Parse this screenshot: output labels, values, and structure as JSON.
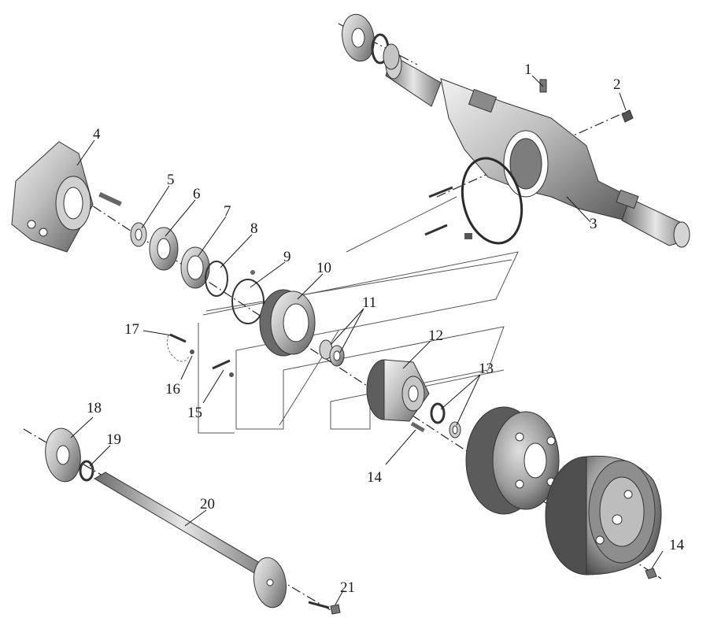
{
  "diagram": {
    "callouts": [
      {
        "id": "c1",
        "label": "1"
      },
      {
        "id": "c2",
        "label": "2"
      },
      {
        "id": "c3",
        "label": "3"
      },
      {
        "id": "c4",
        "label": "4"
      },
      {
        "id": "c5",
        "label": "5"
      },
      {
        "id": "c6",
        "label": "6"
      },
      {
        "id": "c7",
        "label": "7"
      },
      {
        "id": "c8",
        "label": "8"
      },
      {
        "id": "c9",
        "label": "9"
      },
      {
        "id": "c10",
        "label": "10"
      },
      {
        "id": "c11",
        "label": "11"
      },
      {
        "id": "c12",
        "label": "12"
      },
      {
        "id": "c13",
        "label": "13"
      },
      {
        "id": "c14a",
        "label": "14"
      },
      {
        "id": "c14b",
        "label": "14"
      },
      {
        "id": "c15",
        "label": "15"
      },
      {
        "id": "c16",
        "label": "16"
      },
      {
        "id": "c17",
        "label": "17"
      },
      {
        "id": "c18",
        "label": "18"
      },
      {
        "id": "c19",
        "label": "19"
      },
      {
        "id": "c20",
        "label": "20"
      },
      {
        "id": "c21",
        "label": "21"
      }
    ],
    "colors": {
      "metal_light": "#d9d9d9",
      "metal_mid": "#a8a8a8",
      "metal_dark": "#5c5c5c",
      "line": "#1a1a1a"
    }
  }
}
